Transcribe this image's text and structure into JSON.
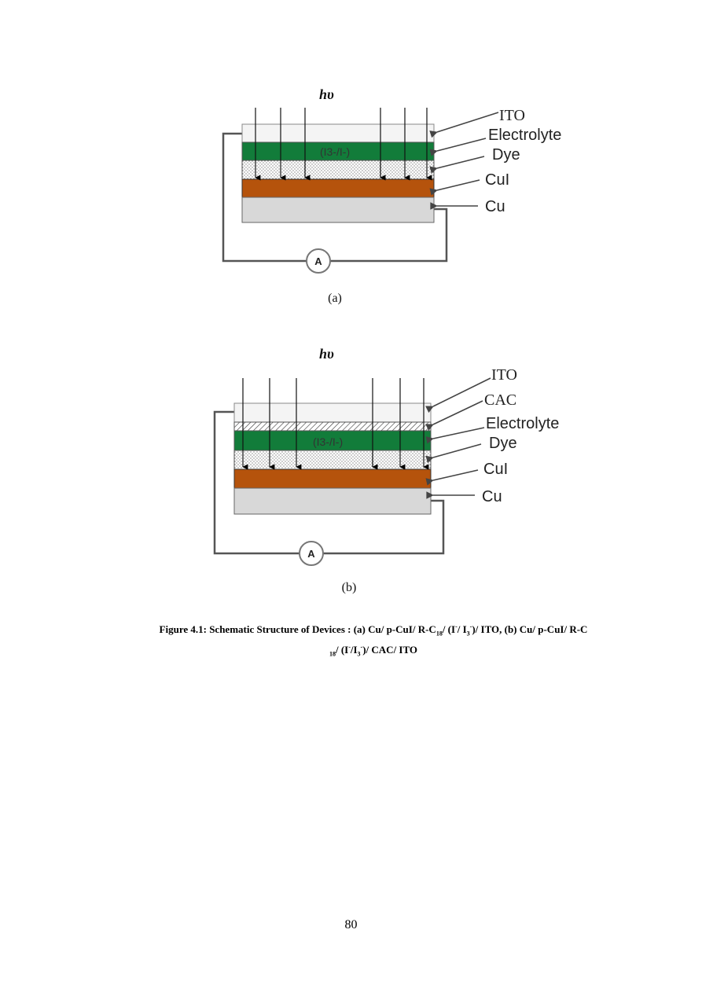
{
  "light_label": "hυ",
  "diagram_a": {
    "electrolyte_text": "(I3-/I-)",
    "layers": [
      "ITO",
      "Electrolyte",
      "Dye",
      "CuI",
      "Cu"
    ],
    "ammeter": "A",
    "sublabel": "(a)"
  },
  "diagram_b": {
    "electrolyte_text": "(I3-/I-)",
    "layers": [
      "ITO",
      "CAC",
      "Electrolyte",
      "Dye",
      "CuI",
      "Cu"
    ],
    "ammeter": "A",
    "sublabel": "(b)"
  },
  "caption": {
    "part1": "Figure 4.1: Schematic Structure of Devices : (a) Cu/ p-CuI/ R-C",
    "sub1": "18",
    "part2": "/ (I",
    "sup1": "-",
    "part3": "/ I",
    "sub2": "3",
    "sup2": "-",
    "part4": ")/ ITO, (b) Cu/ p-CuI/ R-C",
    "sub3": "18",
    "part5": "/ (I",
    "sup3": "-",
    "part6": "/I",
    "sub4": "3",
    "sup4": "-",
    "part7": ")/ CAC/ ITO"
  },
  "page_number": "80",
  "colors": {
    "electrolyte": "#127c3a",
    "cui": "#b5530c",
    "cu": "#d8d8d8",
    "ito": "#f4f4f4",
    "wire": "#555555"
  }
}
